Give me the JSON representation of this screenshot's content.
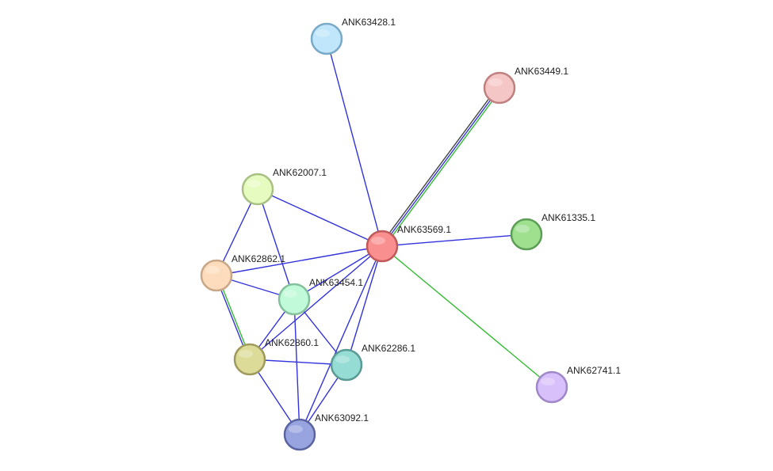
{
  "network": {
    "nodes": [
      {
        "id": "ANK63428.1",
        "label": "ANK63428.1",
        "fill": "#bfe6fa",
        "stroke": "#7aaac8"
      },
      {
        "id": "ANK63449.1",
        "label": "ANK63449.1",
        "fill": "#f5c6c6",
        "stroke": "#c08080"
      },
      {
        "id": "ANK62007.1",
        "label": "ANK62007.1",
        "fill": "#e6fbc0",
        "stroke": "#a8c084"
      },
      {
        "id": "ANK63569.1",
        "label": "ANK63569.1",
        "fill": "#fa8f8f",
        "stroke": "#c05a5a"
      },
      {
        "id": "ANK61335.1",
        "label": "ANK61335.1",
        "fill": "#9fe08f",
        "stroke": "#5c9e58"
      },
      {
        "id": "ANK62862.1",
        "label": "ANK62862.1",
        "fill": "#fcdcbc",
        "stroke": "#c8a888"
      },
      {
        "id": "ANK63454.1",
        "label": "ANK63454.1",
        "fill": "#c0fad8",
        "stroke": "#84c09c"
      },
      {
        "id": "ANK62860.1",
        "label": "ANK62860.1",
        "fill": "#dcdc98",
        "stroke": "#a09a5c"
      },
      {
        "id": "ANK62286.1",
        "label": "ANK62286.1",
        "fill": "#94dcd4",
        "stroke": "#5a9a94"
      },
      {
        "id": "ANK62741.1",
        "label": "ANK62741.1",
        "fill": "#d8c0fa",
        "stroke": "#a088c8"
      },
      {
        "id": "ANK63092.1",
        "label": "ANK63092.1",
        "fill": "#98a4e0",
        "stroke": "#5a64a0"
      }
    ],
    "edges": [
      {
        "source": "ANK63428.1",
        "target": "ANK63569.1",
        "colors": [
          "#3333dd"
        ]
      },
      {
        "source": "ANK63449.1",
        "target": "ANK63569.1",
        "colors": [
          "#33bb33",
          "#3333dd",
          "#444444"
        ]
      },
      {
        "source": "ANK61335.1",
        "target": "ANK63569.1",
        "colors": [
          "#3333dd"
        ]
      },
      {
        "source": "ANK62741.1",
        "target": "ANK63569.1",
        "colors": [
          "#33bb33"
        ]
      },
      {
        "source": "ANK62007.1",
        "target": "ANK63569.1",
        "colors": [
          "#3333dd"
        ]
      },
      {
        "source": "ANK62007.1",
        "target": "ANK62862.1",
        "colors": [
          "#3333dd"
        ]
      },
      {
        "source": "ANK62007.1",
        "target": "ANK63454.1",
        "colors": [
          "#3333dd"
        ]
      },
      {
        "source": "ANK62862.1",
        "target": "ANK63569.1",
        "colors": [
          "#3333dd"
        ]
      },
      {
        "source": "ANK62862.1",
        "target": "ANK63454.1",
        "colors": [
          "#3333dd"
        ]
      },
      {
        "source": "ANK62862.1",
        "target": "ANK62860.1",
        "colors": [
          "#33bb33",
          "#3333dd"
        ]
      },
      {
        "source": "ANK63454.1",
        "target": "ANK63569.1",
        "colors": [
          "#3333dd"
        ]
      },
      {
        "source": "ANK63454.1",
        "target": "ANK62860.1",
        "colors": [
          "#3333dd"
        ]
      },
      {
        "source": "ANK63454.1",
        "target": "ANK62286.1",
        "colors": [
          "#3333dd"
        ]
      },
      {
        "source": "ANK63454.1",
        "target": "ANK63092.1",
        "colors": [
          "#3333dd"
        ]
      },
      {
        "source": "ANK62860.1",
        "target": "ANK63569.1",
        "colors": [
          "#3333dd"
        ]
      },
      {
        "source": "ANK62860.1",
        "target": "ANK62286.1",
        "colors": [
          "#3333dd"
        ]
      },
      {
        "source": "ANK62860.1",
        "target": "ANK63092.1",
        "colors": [
          "#3333dd"
        ]
      },
      {
        "source": "ANK62286.1",
        "target": "ANK63569.1",
        "colors": [
          "#3333dd"
        ]
      },
      {
        "source": "ANK62286.1",
        "target": "ANK63092.1",
        "colors": [
          "#3333dd"
        ]
      },
      {
        "source": "ANK63092.1",
        "target": "ANK63569.1",
        "colors": [
          "#3333dd"
        ]
      }
    ]
  }
}
